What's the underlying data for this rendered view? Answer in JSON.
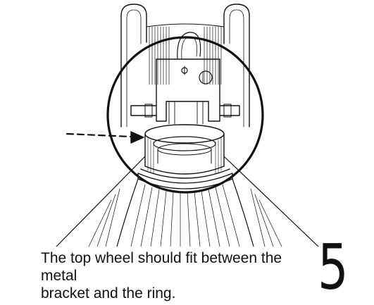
{
  "caption": {
    "line1": "The top wheel should fit between the metal",
    "line2": "bracket and the ring."
  },
  "step_number": "5",
  "colors": {
    "line": "#111111",
    "background": "#ffffff"
  }
}
